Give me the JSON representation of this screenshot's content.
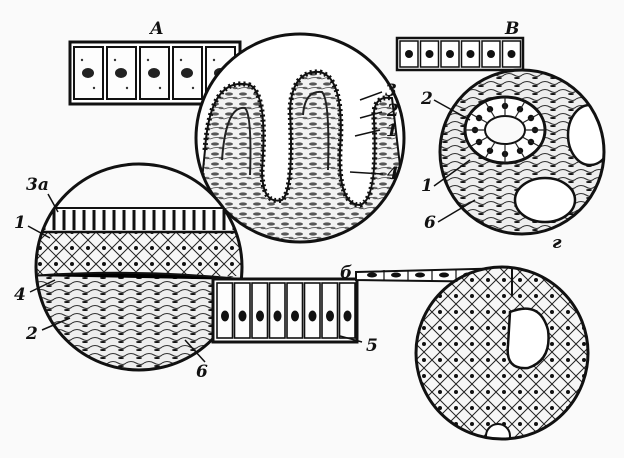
{
  "figure": {
    "panels": [
      {
        "id": "A",
        "letter": "А"
      },
      {
        "id": "B",
        "letter": "В"
      },
      {
        "id": "G",
        "letter": "г"
      },
      {
        "id": "D",
        "letter": "б"
      }
    ],
    "callouts": [
      {
        "id": "a3",
        "text": "3"
      },
      {
        "id": "a2",
        "text": "2"
      },
      {
        "id": "a1",
        "text": "1"
      },
      {
        "id": "a4",
        "text": "4"
      },
      {
        "id": "b2",
        "text": "2"
      },
      {
        "id": "b1",
        "text": "1"
      },
      {
        "id": "b6",
        "text": "6"
      },
      {
        "id": "c3a",
        "text": "3а"
      },
      {
        "id": "c1",
        "text": "1"
      },
      {
        "id": "c4",
        "text": "4"
      },
      {
        "id": "c2",
        "text": "2"
      },
      {
        "id": "c6",
        "text": "6"
      },
      {
        "id": "c5",
        "text": "5"
      }
    ],
    "colors": {
      "ink": "#111111",
      "paper": "#fafafa",
      "shade": "#d8d8d8"
    }
  }
}
